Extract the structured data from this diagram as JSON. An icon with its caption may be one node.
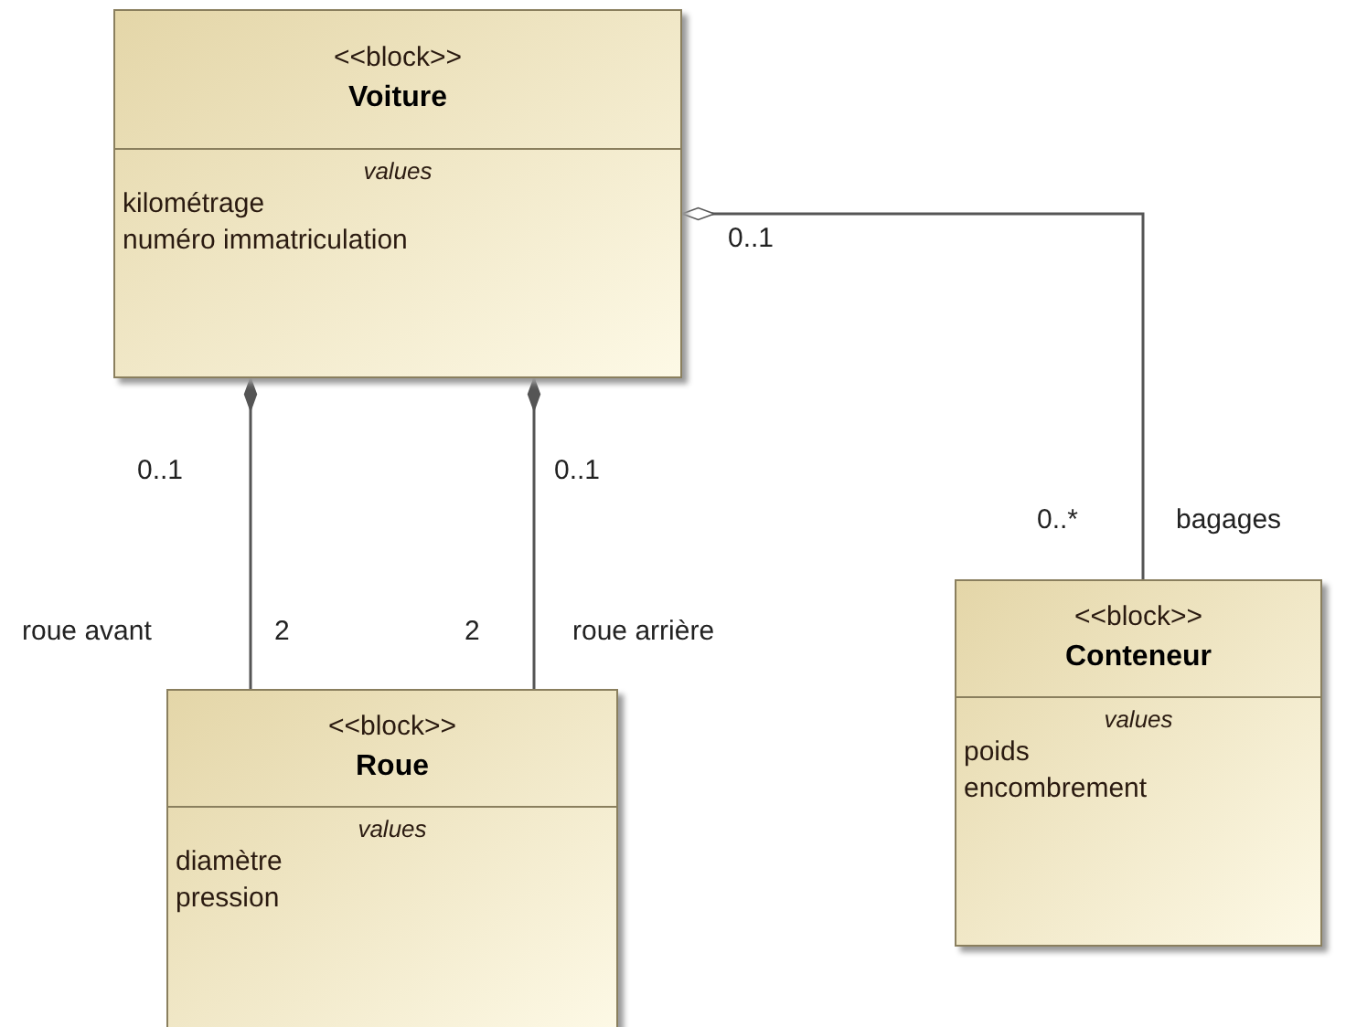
{
  "diagram": {
    "nodes": [
      {
        "text": [
          "<<block>>",
          "Voiture",
          "values",
          "kilométrage",
          "numéro immatriculation"
        ]
      },
      {
        "text": [
          "<<block>>",
          "Roue",
          "values",
          "diamètre",
          "pression"
        ]
      },
      {
        "text": [
          "<<block>>",
          "Conteneur",
          "values",
          "poids",
          "encombrement"
        ]
      }
    ],
    "edges": [
      {
        "from": 0,
        "to": 1,
        "arrow": "other",
        "label": "roue avant"
      },
      {
        "from": 0,
        "to": 1,
        "arrow": "other",
        "label": "roue arrière"
      },
      {
        "from": 0,
        "to": 2,
        "arrow": "other",
        "label": "bagages"
      }
    ],
    "labels": [
      "0..1",
      "0..1",
      "2",
      "2",
      "0..1",
      "0..*"
    ]
  }
}
